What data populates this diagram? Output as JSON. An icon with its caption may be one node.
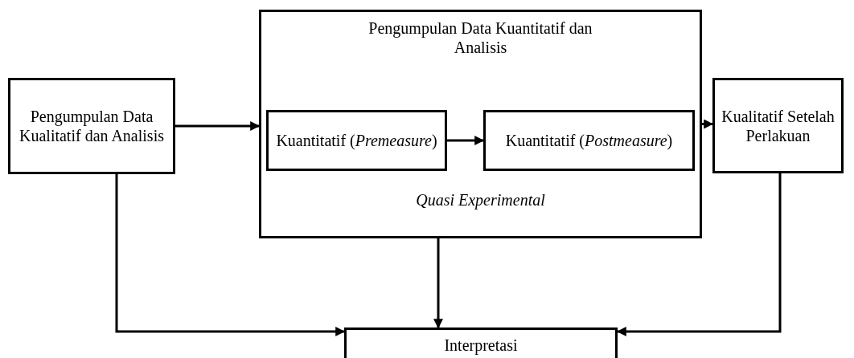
{
  "diagram": {
    "nodes": [
      {
        "text": [
          "Pengumpulan Data Kualitatif dan Analisis"
        ]
      },
      {
        "text": [
          "Pengumpulan Data Kuantitatif dan Analisis",
          "Quasi Experimental"
        ]
      },
      {
        "text": [
          "Kuantitatif (*Premeasure*)"
        ],
        "in": 1
      },
      {
        "text": [
          "Kuantitatif (*Postmeasure*)"
        ],
        "in": 1
      },
      {
        "text": [
          "Kualitatif Setelah Perlakuan"
        ]
      },
      {
        "text": [
          "Interpretasi"
        ]
      }
    ],
    "edges": [
      {
        "from": 0,
        "to": 1,
        "arrow": "to"
      },
      {
        "from": 2,
        "to": 3,
        "arrow": "to"
      },
      {
        "from": 1,
        "to": 4,
        "arrow": "to"
      },
      {
        "from": 1,
        "to": 5,
        "arrow": "to"
      },
      {
        "from": 0,
        "to": 5,
        "arrow": "to"
      },
      {
        "from": 4,
        "to": 5,
        "arrow": "to"
      }
    ]
  }
}
